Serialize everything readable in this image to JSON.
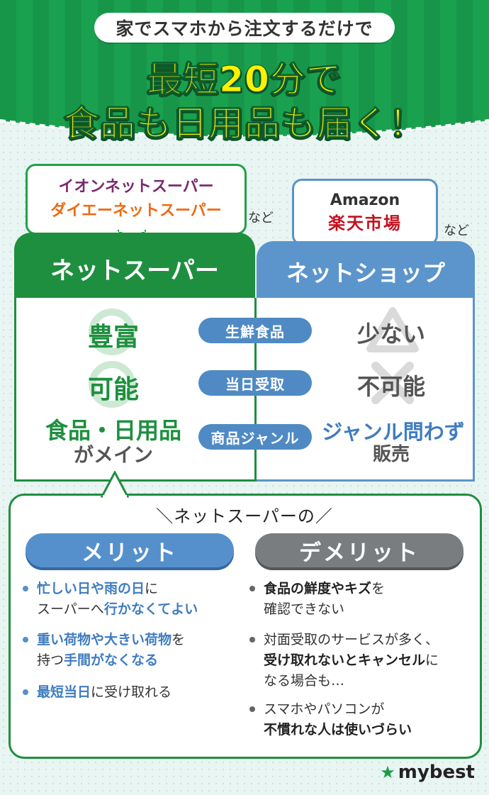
{
  "header": {
    "subtitle": "家でスマホから注文するだけで",
    "headline_line1": "最短20分で",
    "headline_line2": "食品も日用品も届く！"
  },
  "callouts": {
    "net_super": {
      "line1": "イオンネットスーパー",
      "line2": "ダイエーネットスーパー",
      "suffix": "など"
    },
    "net_shop": {
      "line1": "Amazon",
      "line2": "楽天市場",
      "suffix": "など"
    }
  },
  "comparison": {
    "left_title": "ネットスーパー",
    "right_title": "ネットショップ",
    "rows": [
      {
        "category": "生鮮食品",
        "left": "豊富",
        "right": "少ない",
        "left_mark": "circle",
        "right_mark": "triangle"
      },
      {
        "category": "当日受取",
        "left": "可能",
        "right": "不可能",
        "left_mark": "circle",
        "right_mark": "cross"
      },
      {
        "category": "商品ジャンル",
        "left_line1": "食品・日用品",
        "left_line2": "がメイン",
        "right_line1": "ジャンル問わず",
        "right_line2": "販売"
      }
    ]
  },
  "merits_section": {
    "title": "＼ネットスーパーの／",
    "merit_label": "メリット",
    "demerit_label": "デメリット",
    "merits": [
      {
        "a": "忙しい日や雨の日",
        "b": "に",
        "c": "スーパーへ",
        "d": "行かなくてよい"
      },
      {
        "a": "重い荷物や大きい荷物",
        "b": "を",
        "c": "持つ",
        "d": "手間がなくなる"
      },
      {
        "a": "最短当日",
        "b": "に受け取れる"
      }
    ],
    "demerits": [
      {
        "a": "食品の鮮度やキズ",
        "b": "を",
        "c": "確認できない"
      },
      {
        "a": "対面受取のサービスが多く、",
        "b": "受け取れないとキャンセル",
        "c": "に",
        "d": "なる場合も…"
      },
      {
        "a": "スマホやパソコンが",
        "b": "不慣れな人は使いづらい"
      }
    ]
  },
  "brand": {
    "logo_text": "mybest",
    "star": "★"
  },
  "colors": {
    "green": "#1e8f3f",
    "blue": "#5b95cb",
    "grey": "#7a7d80",
    "headline_yellow": "#fff100"
  }
}
